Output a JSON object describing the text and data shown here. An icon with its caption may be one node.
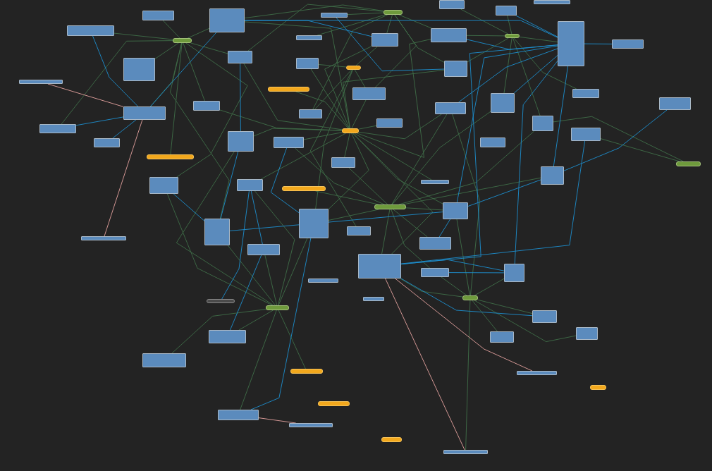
{
  "diagram": {
    "nodes": [
      {
        "text": [],
        "shape": "box"
      },
      {
        "text": [],
        "shape": "box"
      },
      {
        "text": [],
        "shape": "box"
      },
      {
        "text": [],
        "shape": "box"
      },
      {
        "text": [],
        "shape": "box"
      },
      {
        "text": [],
        "shape": "box"
      },
      {
        "text": [],
        "shape": "box"
      },
      {
        "text": [],
        "shape": "box"
      },
      {
        "text": [],
        "shape": "box"
      },
      {
        "text": [],
        "shape": "box"
      },
      {
        "text": [],
        "shape": "box"
      },
      {
        "text": [],
        "shape": "box"
      },
      {
        "text": [],
        "shape": "box"
      },
      {
        "text": [],
        "shape": "box"
      },
      {
        "text": [],
        "shape": "box"
      },
      {
        "text": [],
        "shape": "box"
      },
      {
        "text": [],
        "shape": "box"
      },
      {
        "text": [],
        "shape": "box"
      },
      {
        "text": [],
        "shape": "box"
      },
      {
        "text": [],
        "shape": "box"
      },
      {
        "text": [],
        "shape": "box"
      },
      {
        "text": [],
        "shape": "box"
      },
      {
        "text": [],
        "shape": "box"
      },
      {
        "text": [],
        "shape": "box"
      },
      {
        "text": [],
        "shape": "box"
      },
      {
        "text": [],
        "shape": "box"
      },
      {
        "text": [],
        "shape": "box"
      },
      {
        "text": [],
        "shape": "box"
      },
      {
        "text": [],
        "shape": "box"
      },
      {
        "text": [],
        "shape": "box"
      },
      {
        "text": [],
        "shape": "box"
      },
      {
        "text": [],
        "shape": "box"
      },
      {
        "text": [],
        "shape": "box"
      },
      {
        "text": [],
        "shape": "box"
      },
      {
        "text": [],
        "shape": "box"
      },
      {
        "text": [],
        "shape": "box"
      },
      {
        "text": [],
        "shape": "box"
      },
      {
        "text": [],
        "shape": "box"
      },
      {
        "text": [],
        "shape": "box"
      },
      {
        "text": [],
        "shape": "box"
      },
      {
        "text": [],
        "shape": "box"
      },
      {
        "text": [],
        "shape": "box"
      },
      {
        "text": [],
        "shape": "box"
      },
      {
        "text": [],
        "shape": "box"
      },
      {
        "text": [],
        "shape": "box"
      },
      {
        "text": [],
        "shape": "box"
      },
      {
        "text": [],
        "shape": "box"
      },
      {
        "text": [],
        "shape": "box"
      },
      {
        "text": [],
        "shape": "box"
      },
      {
        "text": [],
        "shape": "box"
      },
      {
        "text": [],
        "shape": "box"
      },
      {
        "text": [],
        "shape": "box"
      },
      {
        "text": [],
        "shape": "box"
      },
      {
        "text": [],
        "shape": "box"
      },
      {
        "text": [],
        "shape": "box"
      },
      {
        "text": [],
        "shape": "box"
      },
      {
        "text": [],
        "shape": "box"
      },
      {
        "text": [],
        "shape": "box"
      },
      {
        "text": [],
        "shape": "box"
      },
      {
        "text": [],
        "shape": "bar"
      },
      {
        "text": [],
        "shape": "bar"
      },
      {
        "text": [],
        "shape": "bar"
      },
      {
        "text": [],
        "shape": "bar"
      },
      {
        "text": [],
        "shape": "bar"
      },
      {
        "text": [],
        "shape": "bar"
      },
      {
        "text": [],
        "shape": "bar"
      },
      {
        "text": [],
        "shape": "bar"
      },
      {
        "text": [],
        "shape": "bar"
      },
      {
        "text": [],
        "shape": "bar"
      },
      {
        "text": [],
        "shape": "bar"
      },
      {
        "text": [],
        "shape": "bar"
      },
      {
        "text": [],
        "shape": "bar"
      },
      {
        "text": [],
        "shape": "bar"
      },
      {
        "text": [],
        "shape": "bar"
      },
      {
        "text": [],
        "shape": "bar"
      },
      {
        "text": [],
        "shape": "bar"
      }
    ],
    "edges": [
      {
        "from": 61,
        "to": 2,
        "arrow": "none"
      },
      {
        "from": 61,
        "to": 9,
        "arrow": "none"
      },
      {
        "from": 61,
        "to": 13,
        "arrow": "none"
      },
      {
        "from": 61,
        "to": 21,
        "arrow": "none"
      },
      {
        "from": 61,
        "to": 23,
        "arrow": "none"
      },
      {
        "from": 61,
        "to": 24,
        "arrow": "none"
      },
      {
        "from": 61,
        "to": 39,
        "arrow": "none"
      },
      {
        "from": 61,
        "to": 34,
        "arrow": "none"
      },
      {
        "from": 61,
        "to": 25,
        "arrow": "none"
      },
      {
        "from": 61,
        "to": 26,
        "arrow": "none"
      },
      {
        "from": 61,
        "to": 20,
        "arrow": "none"
      },
      {
        "from": 61,
        "to": 14,
        "arrow": "none"
      },
      {
        "from": 61,
        "to": 10,
        "arrow": "none"
      },
      {
        "from": 61,
        "to": 60,
        "arrow": "none"
      },
      {
        "from": 61,
        "to": 8,
        "arrow": "none"
      },
      {
        "from": 61,
        "to": 36,
        "arrow": "none"
      },
      {
        "from": 61,
        "to": 41,
        "arrow": "none"
      },
      {
        "from": 61,
        "to": 37,
        "arrow": "none"
      },
      {
        "from": 61,
        "to": 44,
        "arrow": "none"
      },
      {
        "from": 71,
        "to": 39,
        "arrow": "none"
      },
      {
        "from": 71,
        "to": 44,
        "arrow": "none"
      },
      {
        "from": 71,
        "to": 41,
        "arrow": "none"
      },
      {
        "from": 71,
        "to": 45,
        "arrow": "none"
      },
      {
        "from": 71,
        "to": 34,
        "arrow": "none"
      },
      {
        "from": 71,
        "to": 24,
        "arrow": "none"
      },
      {
        "from": 71,
        "to": 26,
        "arrow": "none"
      },
      {
        "from": 71,
        "to": 30,
        "arrow": "none"
      },
      {
        "from": 71,
        "to": 33,
        "arrow": "none"
      },
      {
        "from": 71,
        "to": 27,
        "arrow": "none"
      },
      {
        "from": 71,
        "to": 63,
        "arrow": "none"
      },
      {
        "from": 71,
        "to": 47,
        "arrow": "none"
      },
      {
        "from": 72,
        "to": 39,
        "arrow": "none"
      },
      {
        "from": 72,
        "to": 38,
        "arrow": "none"
      },
      {
        "from": 72,
        "to": 43,
        "arrow": "none"
      },
      {
        "from": 72,
        "to": 53,
        "arrow": "none"
      },
      {
        "from": 72,
        "to": 55,
        "arrow": "none"
      },
      {
        "from": 72,
        "to": 54,
        "arrow": "none"
      },
      {
        "from": 72,
        "to": 23,
        "arrow": "none"
      },
      {
        "from": 72,
        "to": 36,
        "arrow": "none"
      },
      {
        "from": 72,
        "to": 64,
        "arrow": "none"
      },
      {
        "from": 72,
        "to": 35,
        "arrow": "none"
      },
      {
        "from": 73,
        "to": 44,
        "arrow": "none"
      },
      {
        "from": 73,
        "to": 48,
        "arrow": "none"
      },
      {
        "from": 73,
        "to": 50,
        "arrow": "none"
      },
      {
        "from": 73,
        "to": 52,
        "arrow": "none"
      },
      {
        "from": 73,
        "to": 47,
        "arrow": "none"
      },
      {
        "from": 73,
        "to": 41,
        "arrow": "none"
      },
      {
        "from": 73,
        "to": 26,
        "arrow": "none"
      },
      {
        "from": 73,
        "to": 51,
        "arrow": "none"
      },
      {
        "from": 73,
        "to": 58,
        "arrow": "none"
      },
      {
        "from": 68,
        "to": 0,
        "arrow": "none"
      },
      {
        "from": 68,
        "to": 1,
        "arrow": "none"
      },
      {
        "from": 68,
        "to": 2,
        "arrow": "none"
      },
      {
        "from": 68,
        "to": 3,
        "arrow": "none"
      },
      {
        "from": 68,
        "to": 5,
        "arrow": "none"
      },
      {
        "from": 68,
        "to": 8,
        "arrow": "none"
      },
      {
        "from": 68,
        "to": 9,
        "arrow": "none"
      },
      {
        "from": 68,
        "to": 6,
        "arrow": "none"
      },
      {
        "from": 68,
        "to": 35,
        "arrow": "none"
      },
      {
        "from": 68,
        "to": 38,
        "arrow": "none"
      },
      {
        "from": 68,
        "to": 62,
        "arrow": "none"
      },
      {
        "from": 69,
        "to": 2,
        "arrow": "none"
      },
      {
        "from": 69,
        "to": 11,
        "arrow": "none"
      },
      {
        "from": 69,
        "to": 12,
        "arrow": "none"
      },
      {
        "from": 69,
        "to": 13,
        "arrow": "none"
      },
      {
        "from": 69,
        "to": 21,
        "arrow": "none"
      },
      {
        "from": 69,
        "to": 22,
        "arrow": "none"
      },
      {
        "from": 69,
        "to": 20,
        "arrow": "none"
      },
      {
        "from": 69,
        "to": 14,
        "arrow": "none"
      },
      {
        "from": 69,
        "to": 9,
        "arrow": "none"
      },
      {
        "from": 70,
        "to": 18,
        "arrow": "none"
      },
      {
        "from": 70,
        "to": 16,
        "arrow": "none"
      },
      {
        "from": 70,
        "to": 14,
        "arrow": "none"
      },
      {
        "from": 70,
        "to": 27,
        "arrow": "none"
      },
      {
        "from": 70,
        "to": 20,
        "arrow": "none"
      },
      {
        "from": 70,
        "to": 30,
        "arrow": "none"
      },
      {
        "from": 70,
        "to": 15,
        "arrow": "none"
      },
      {
        "from": 70,
        "to": 28,
        "arrow": "none"
      },
      {
        "from": 59,
        "to": 10,
        "arrow": "none"
      },
      {
        "from": 59,
        "to": 13,
        "arrow": "none"
      },
      {
        "from": 59,
        "to": 21,
        "arrow": "none"
      },
      {
        "from": 59,
        "to": 22,
        "arrow": "none"
      },
      {
        "from": 59,
        "to": 40,
        "arrow": "none"
      },
      {
        "from": 59,
        "to": 39,
        "arrow": "none"
      },
      {
        "from": 74,
        "to": 30,
        "arrow": "none"
      },
      {
        "from": 74,
        "to": 31,
        "arrow": "none"
      },
      {
        "from": 2,
        "to": 18,
        "arrow": "none",
        "color": "#1d8fcf"
      },
      {
        "from": 2,
        "to": 13,
        "arrow": "none",
        "color": "#1d8fcf"
      },
      {
        "from": 9,
        "to": 23,
        "arrow": "none",
        "color": "#1d8fcf"
      },
      {
        "from": 0,
        "to": 5,
        "arrow": "none",
        "color": "#1d8fcf"
      },
      {
        "from": 6,
        "to": 5,
        "arrow": "none",
        "color": "#1d8fcf"
      },
      {
        "from": 7,
        "to": 5,
        "arrow": "none",
        "color": "#1d8fcf"
      },
      {
        "from": 5,
        "to": 2,
        "arrow": "none",
        "color": "#1d8fcf"
      },
      {
        "from": 38,
        "to": 39,
        "arrow": "none",
        "color": "#1d8fcf"
      },
      {
        "from": 39,
        "to": 41,
        "arrow": "none",
        "color": "#1d8fcf"
      },
      {
        "from": 41,
        "to": 33,
        "arrow": "none",
        "color": "#1d8fcf"
      },
      {
        "from": 44,
        "to": 50,
        "arrow": "none",
        "color": "#1d8fcf"
      },
      {
        "from": 44,
        "to": 48,
        "arrow": "none",
        "color": "#1d8fcf"
      },
      {
        "from": 18,
        "to": 33,
        "arrow": "none",
        "color": "#1d8fcf"
      },
      {
        "from": 18,
        "to": 27,
        "arrow": "none",
        "color": "#1d8fcf"
      },
      {
        "from": 18,
        "to": 41,
        "arrow": "none",
        "color": "#1d8fcf"
      },
      {
        "from": 18,
        "to": 44,
        "arrow": "none",
        "color": "#1d8fcf"
      },
      {
        "from": 29,
        "to": 33,
        "arrow": "none",
        "color": "#1d8fcf"
      },
      {
        "from": 31,
        "to": 44,
        "arrow": "none",
        "color": "#1d8fcf"
      },
      {
        "from": 48,
        "to": 18,
        "arrow": "none",
        "color": "#1d8fcf"
      },
      {
        "from": 38,
        "to": 35,
        "arrow": "none",
        "color": "#1d8fcf"
      },
      {
        "from": 38,
        "to": 23,
        "arrow": "none",
        "color": "#1d8fcf"
      },
      {
        "from": 24,
        "to": 39,
        "arrow": "none",
        "color": "#1d8fcf"
      },
      {
        "from": 53,
        "to": 43,
        "arrow": "none",
        "color": "#1d8fcf"
      },
      {
        "from": 55,
        "to": 39,
        "arrow": "none",
        "color": "#1d8fcf"
      },
      {
        "from": 75,
        "to": 36,
        "arrow": "none",
        "color": "#1d8fcf"
      },
      {
        "from": 36,
        "to": 43,
        "arrow": "none",
        "color": "#1d8fcf"
      },
      {
        "from": 12,
        "to": 20,
        "arrow": "none",
        "color": "#1d8fcf"
      },
      {
        "from": 14,
        "to": 18,
        "arrow": "none",
        "color": "#1d8fcf"
      },
      {
        "from": 16,
        "to": 18,
        "arrow": "none",
        "color": "#1d8fcf"
      },
      {
        "from": 19,
        "to": 18,
        "arrow": "none",
        "color": "#1d8fcf"
      },
      {
        "from": 26,
        "to": 18,
        "arrow": "none",
        "color": "#1d8fcf"
      },
      {
        "from": 45,
        "to": 41,
        "arrow": "none",
        "color": "#1d8fcf"
      },
      {
        "from": 47,
        "to": 48,
        "arrow": "none",
        "color": "#1d8fcf"
      },
      {
        "from": 4,
        "to": 5,
        "arrow": "none",
        "color": "#e6a3a0"
      },
      {
        "from": 42,
        "to": 5,
        "arrow": "none",
        "color": "#e6a3a0"
      },
      {
        "from": 55,
        "to": 56,
        "arrow": "none",
        "color": "#e6a3a0"
      },
      {
        "from": 44,
        "to": 57,
        "arrow": "none",
        "color": "#e6a3a0"
      },
      {
        "from": 44,
        "to": 58,
        "arrow": "none",
        "color": "#e6a3a0"
      }
    ]
  }
}
